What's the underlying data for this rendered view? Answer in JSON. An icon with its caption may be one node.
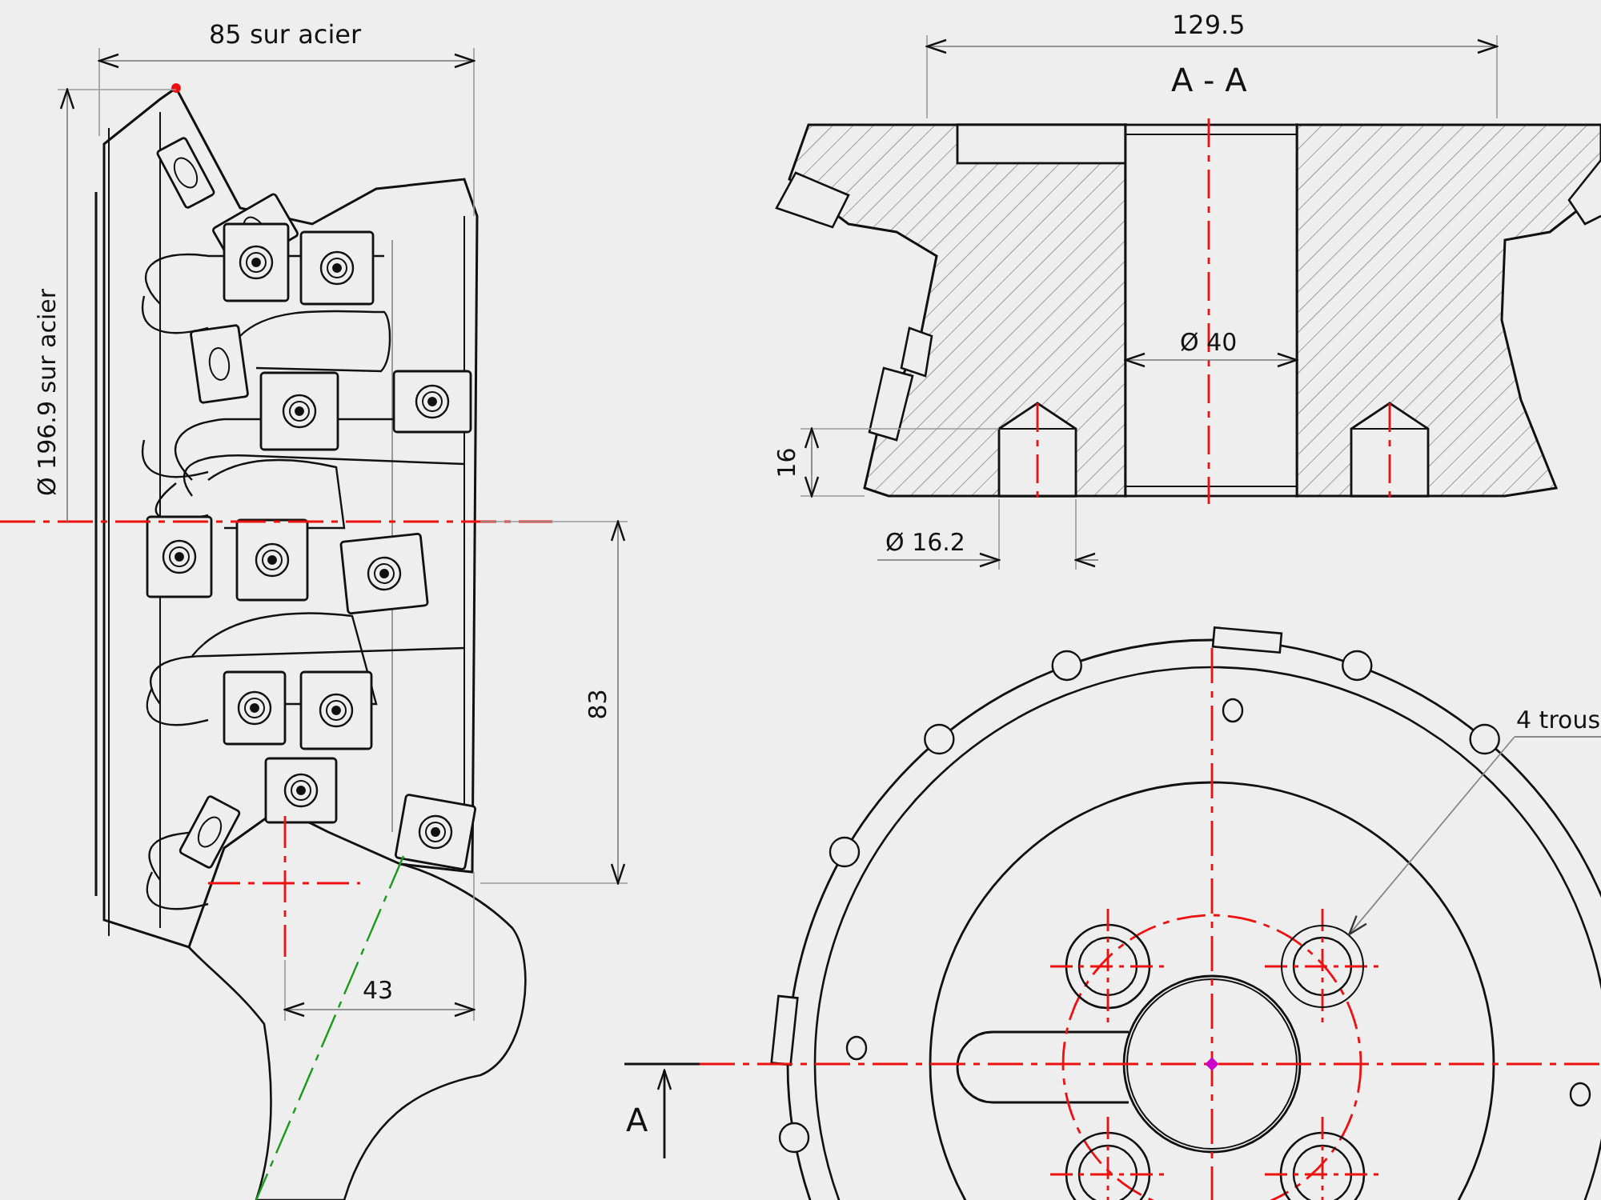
{
  "diagram": {
    "nodes": [
      {
        "text": [
          "4 trous"
        ]
      },
      {
        "text": [],
        "shape": "circle"
      }
    ],
    "edges": [
      {
        "from": 0,
        "to": 1,
        "arrow": "to"
      }
    ],
    "labels": [
      "85 sur acier",
      "Ø 196.9 sur acier",
      "129.5",
      "A - A",
      "Ø 40",
      "16",
      "Ø 16.2",
      "83",
      "43",
      "A"
    ]
  }
}
